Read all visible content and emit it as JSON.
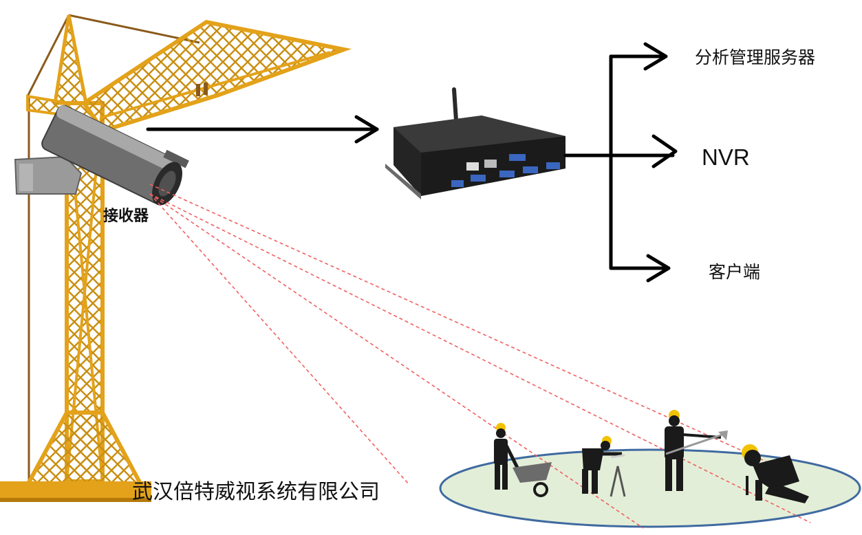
{
  "labels": {
    "receiver": "接收器",
    "server": "分析管理服务器",
    "nvr": "NVR",
    "client": "客户端",
    "company": "武汉倍特威视系统有限公司"
  },
  "colors": {
    "crane": "#e3a21a",
    "crane_dark": "#b57a0a",
    "arrow": "#000000",
    "sight_line": "#f06060",
    "ground_fill": "#e3eed8",
    "ground_border": "#3f6aa0",
    "worker": "#1a1a1a",
    "helmet": "#f2c200"
  },
  "icons": {
    "camera": "surveillance-camera-icon",
    "edge_box": "edge-computing-box-icon",
    "crane": "tower-crane-icon",
    "workers": "construction-worker-icon"
  }
}
